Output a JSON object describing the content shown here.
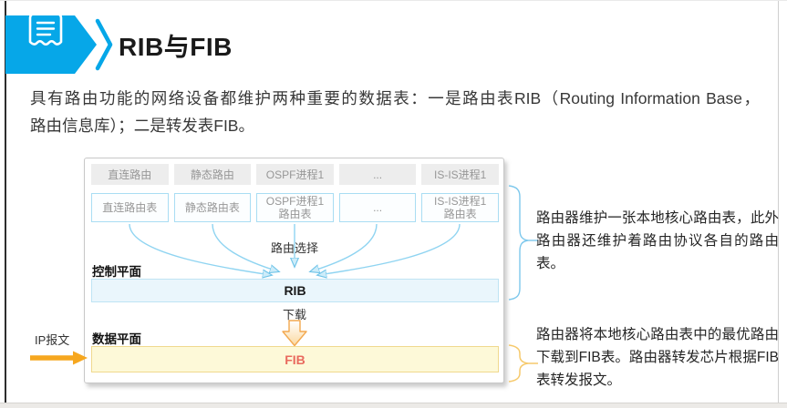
{
  "header": {
    "title": "RIB与FIB"
  },
  "intro": {
    "line1": "具有路由功能的网络设备都维护两种重要的数据表：一是路由表RIB（Routing Information Base，",
    "line2": "路由信息库）；二是转发表FIB。"
  },
  "diagram": {
    "protocol_boxes": [
      "直连路由",
      "静态路由",
      "OSPF进程1",
      "...",
      "IS-IS进程1"
    ],
    "table_boxes": [
      "直连路由表",
      "静态路由表",
      "OSPF进程1\n路由表",
      "...",
      "IS-IS进程1\n路由表"
    ],
    "route_selection_label": "路由选择",
    "control_plane_label": "控制平面",
    "rib_label": "RIB",
    "download_label": "下载",
    "data_plane_label": "数据平面",
    "fib_label": "FIB",
    "ip_packet_label": "IP报文"
  },
  "annotations": {
    "rib_note": "路由器维护一张本地核心路由表，此外路由器还维护着路由协议各自的路由表。",
    "fib_note": "路由器将本地核心路由表中的最优路由下载到FIB表。路由器转发芯片根据FIB表转发报文。"
  },
  "icons": {
    "header_icon": "document-icon",
    "banner_chevron": "chevron-right-icon",
    "funnel": "converging-arrows",
    "download_arrow": "down-arrow-icon",
    "ip_arrow": "right-arrow-icon"
  },
  "colors": {
    "accent_blue": "#06a7e8",
    "row_gray_bg": "#ededed",
    "table_border_blue": "#a9ddf3",
    "rib_bg": "#eaf6fc",
    "fib_bg": "#fdf9d8",
    "fib_text": "#e96a5e",
    "orange_arrow": "#f6a71f",
    "brace_blue": "#7ec8ec",
    "brace_yellow": "#f6c96b"
  }
}
